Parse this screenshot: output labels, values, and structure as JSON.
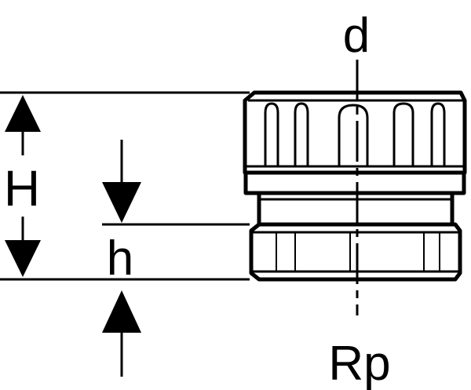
{
  "labels": {
    "diameter": "d",
    "total_height": "H",
    "thread_height": "h",
    "thread": "Rp"
  },
  "colors": {
    "line": "#000000",
    "background": "#ffffff"
  }
}
